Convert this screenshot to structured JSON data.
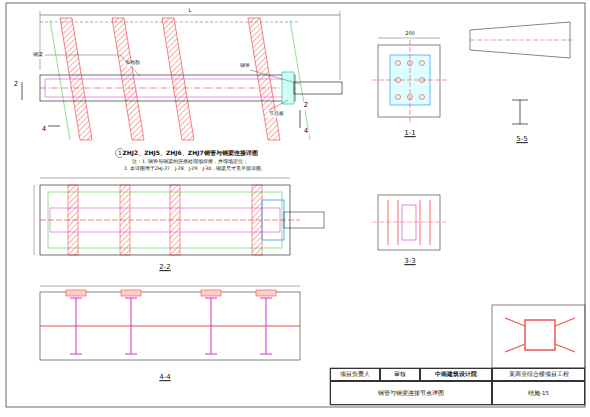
{
  "diagram": {
    "title": "ZHJ2、ZHJ5、ZHJ6、ZHJ7钢管与钢梁连接详图",
    "nodes": [
      {
        "text": [
          "项目负责人"
        ]
      },
      {
        "text": [
          "审核"
        ]
      },
      {
        "text": [
          "中南建筑设计院"
        ]
      },
      {
        "text": [
          "某商业综合楼项目工程"
        ]
      },
      {
        "text": [
          "钢管与钢梁连接节点详图"
        ]
      },
      {
        "text": [
          "结施-15"
        ]
      }
    ],
    "labels": [
      "1",
      "注：1. 钢管与钢梁的连接处现场焊接，并现场定位；",
      "2. 本详图用于ZHJ-27、J-28、J-29、J-30，钢梁尺寸见平面详图。",
      "1-1",
      "5-5",
      "2-2",
      "3-3",
      "4-4",
      "2",
      "2",
      "4",
      "4",
      "钢梁",
      "钢管",
      "节点板",
      "加劲肋",
      "L",
      "200"
    ]
  }
}
